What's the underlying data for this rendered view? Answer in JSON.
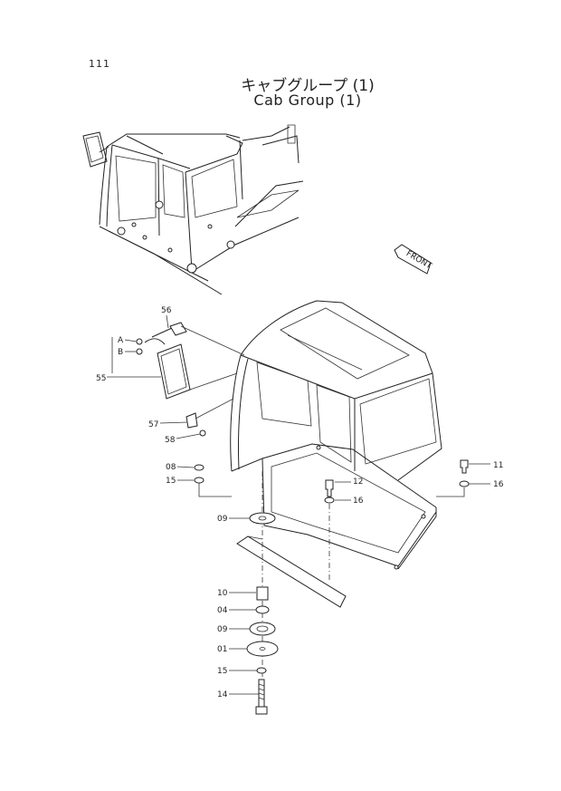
{
  "header": {
    "page_number": "111",
    "title_jp": "キャブグループ (1)",
    "title_en": "Cab Group (1)"
  },
  "front_marker": "FRONT",
  "callouts": {
    "c56": "56",
    "cA": "A",
    "cB": "B",
    "c55": "55",
    "c57": "57",
    "c58": "58",
    "c08": "08",
    "c15a": "15",
    "c09a": "09",
    "c12": "12",
    "c16a": "16",
    "c11": "11",
    "c16b": "16",
    "c10": "10",
    "c04": "04",
    "c09b": "09",
    "c01": "01",
    "c15b": "15",
    "c14": "14"
  }
}
